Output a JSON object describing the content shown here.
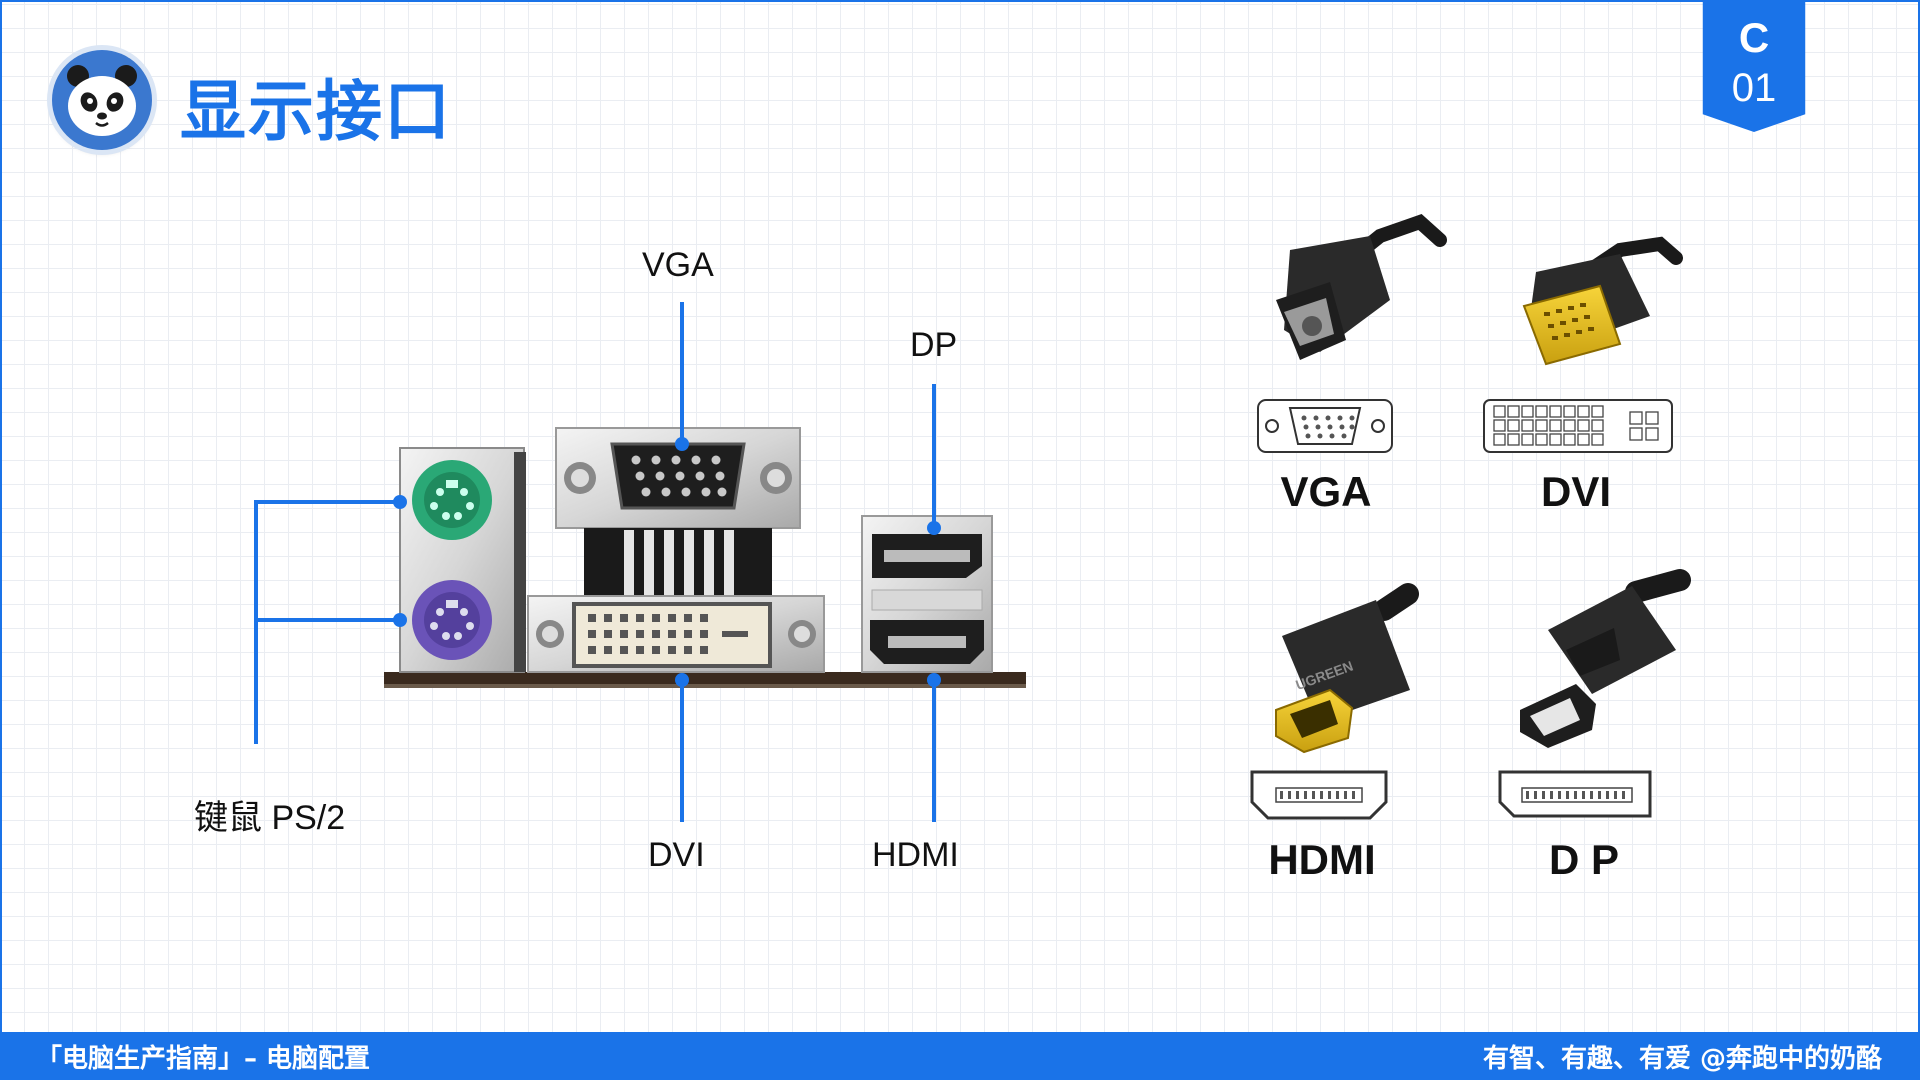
{
  "header": {
    "title": "显示接口"
  },
  "badge": {
    "letter": "C",
    "number": "01"
  },
  "diagram": {
    "labels": {
      "vga": "VGA",
      "dp": "DP",
      "dvi": "DVI",
      "hdmi": "HDMI",
      "ps2": "键鼠 PS/2"
    },
    "connectors": {
      "vga": "VGA",
      "dvi": "DVI",
      "hdmi": "HDMI",
      "dp": "D P"
    },
    "hdmi_cable_brand": "UGREEN",
    "accent_color": "#1a73e8"
  },
  "footer": {
    "left": "「电脑生产指南」– 电脑配置",
    "right": "有智、有趣、有爱   @奔跑中的奶酪"
  }
}
